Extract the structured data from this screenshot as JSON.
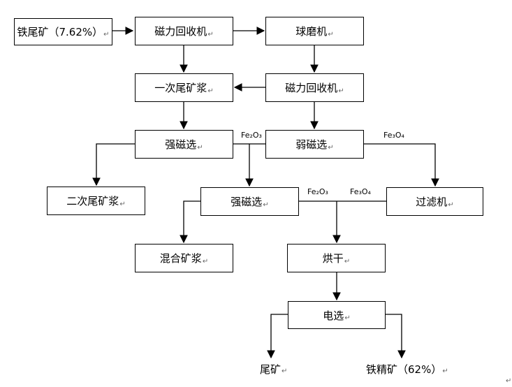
{
  "return_mark": "↵",
  "nodes": {
    "iron_tailings": "铁尾矿（7.62%）",
    "magnetic_recovery_1": "磁力回收机",
    "ball_mill": "球磨机",
    "primary_tailing_slurry": "一次尾矿浆",
    "magnetic_recovery_2": "磁力回收机",
    "strong_magnetic_1": "强磁选",
    "weak_magnetic": "弱磁选",
    "secondary_tailing_slurry": "二次尾矿浆",
    "strong_magnetic_2": "强磁选",
    "filter": "过滤机",
    "mixed_slurry": "混合矿浆",
    "drying": "烘干",
    "electric_separation": "电选",
    "tailings": "尾矿",
    "iron_concentrate": "铁精矿（62%）"
  },
  "edge_labels": {
    "fe2o3_a": "Fe₂O₃",
    "fe3o4_a": "Fe₃O₄",
    "fe2o3_b": "Fe₂O₃",
    "fe3o4_b": "Fe₃O₄"
  }
}
